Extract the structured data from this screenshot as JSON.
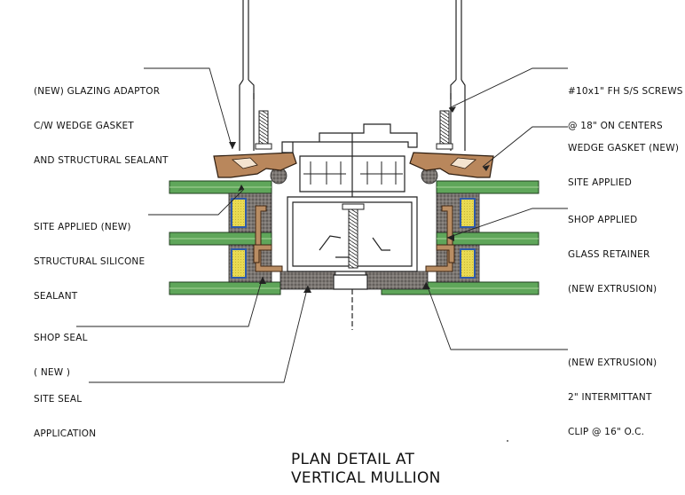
{
  "drawing": {
    "title_line1": "PLAN DETAIL AT",
    "title_line2": "VERTICAL MULLION"
  },
  "labels": {
    "glazing_adaptor": [
      "(NEW) GLAZING ADAPTOR",
      "C/W WEDGE GASKET",
      "AND STRUCTURAL SEALANT"
    ],
    "site_applied_silicone": [
      "SITE APPLIED (NEW)",
      "STRUCTURAL SILICONE",
      "SEALANT"
    ],
    "shop_seal": [
      "SHOP SEAL",
      "( NEW )"
    ],
    "site_seal": [
      "SITE SEAL",
      "APPLICATION"
    ],
    "screws": [
      "#10x1\" FH S/S SCREWS",
      "@ 18\" ON CENTERS"
    ],
    "wedge_gasket": [
      "WEDGE GASKET (NEW)",
      "SITE APPLIED"
    ],
    "glass_retainer": [
      "SHOP APPLIED",
      "GLASS RETAINER",
      "(NEW EXTRUSION)"
    ],
    "intermittent_clip": [
      "(NEW EXTRUSION)",
      "2\" INTERMITTANT",
      "CLIP @ 16\" O.C."
    ]
  },
  "colors": {
    "glass": "#4f9a4c",
    "glass_light": "#a8d79a",
    "adaptor": "#b9875c",
    "adaptor_dark": "#8a5e37",
    "sealant": "#6e6a66",
    "spacer": "#e6d64a",
    "spacer_edge": "#2f5aa8",
    "retainer": "#b98d63",
    "line": "#222222"
  }
}
